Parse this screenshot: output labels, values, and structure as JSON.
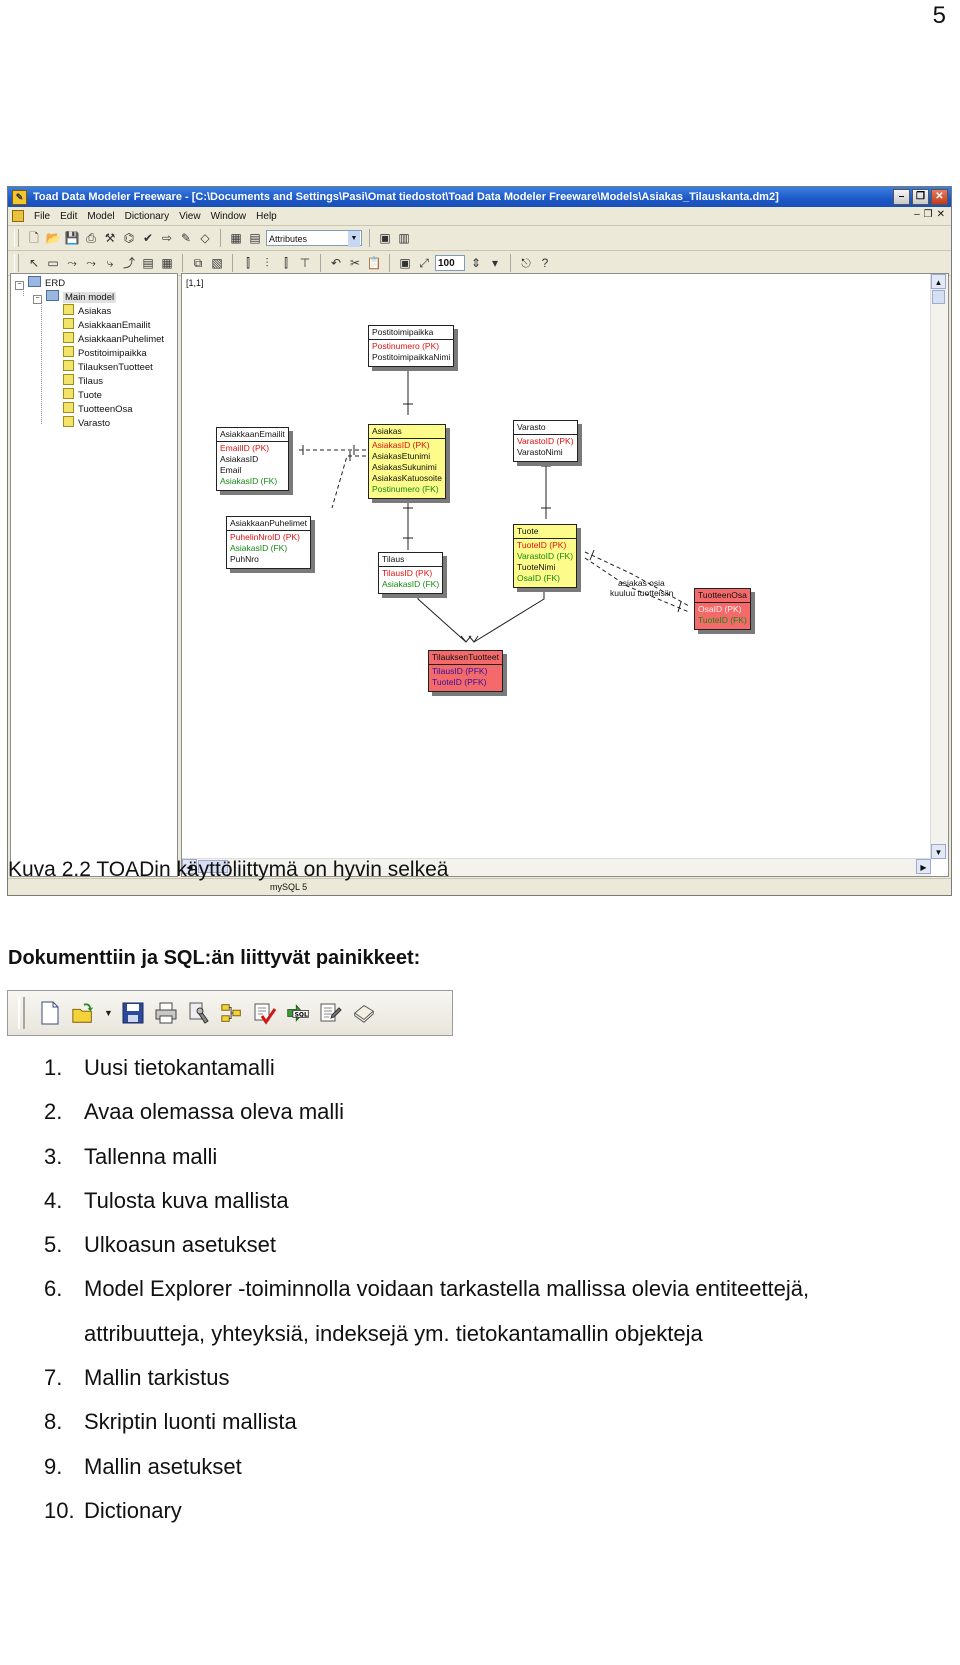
{
  "page": {
    "number": "5"
  },
  "window": {
    "title": "Toad Data Modeler Freeware - [C:\\Documents and Settings\\Pasi\\Omat tiedostot\\Toad Data Modeler Freeware\\Models\\Asiakas_Tilauskanta.dm2]",
    "menu": [
      "File",
      "Edit",
      "Model",
      "Dictionary",
      "View",
      "Window",
      "Help"
    ],
    "toolbar": {
      "attributes_select": "Attributes",
      "zoom": "100"
    },
    "coord": "[1,1]",
    "status_db": "mySQL 5"
  },
  "tree": {
    "root": "ERD",
    "model": "Main model",
    "items": [
      "Asiakas",
      "AsiakkaanEmailit",
      "AsiakkaanPuhelimet",
      "Postitoimipaikka",
      "TilauksenTuotteet",
      "Tilaus",
      "Tuote",
      "TuotteenOsa",
      "Varasto"
    ]
  },
  "entities": {
    "postitoimipaikka": {
      "name": "Postitoimipaikka",
      "attrs": [
        {
          "t": "Postinumero (PK)",
          "k": "pk"
        },
        {
          "t": "PostitoimipaikkaNimi",
          "k": ""
        }
      ]
    },
    "asiakkaanemailit": {
      "name": "AsiakkaanEmailit",
      "attrs": [
        {
          "t": "EmailID (PK)",
          "k": "pk"
        },
        {
          "t": "AsiakasID",
          "k": ""
        },
        {
          "t": "Email",
          "k": ""
        },
        {
          "t": "AsiakasID (FK)",
          "k": "fk"
        }
      ]
    },
    "asiakas": {
      "name": "Asiakas",
      "attrs": [
        {
          "t": "AsiakasID (PK)",
          "k": "pk"
        },
        {
          "t": "AsiakasEtunimi",
          "k": ""
        },
        {
          "t": "AsiakasSukunimi",
          "k": ""
        },
        {
          "t": "AsiakasKatuosoite",
          "k": ""
        },
        {
          "t": "Postinumero (FK)",
          "k": "fk"
        }
      ]
    },
    "varasto": {
      "name": "Varasto",
      "attrs": [
        {
          "t": "VarastoID (PK)",
          "k": "pk"
        },
        {
          "t": "VarastoNimi",
          "k": ""
        }
      ]
    },
    "asiakkaanpuhelimet": {
      "name": "AsiakkaanPuhelimet",
      "attrs": [
        {
          "t": "PuhelinNroID (PK)",
          "k": "pk"
        },
        {
          "t": "AsiakasID (FK)",
          "k": "fk"
        },
        {
          "t": "PuhNro",
          "k": ""
        }
      ]
    },
    "tilaus": {
      "name": "Tilaus",
      "attrs": [
        {
          "t": "TilausID (PK)",
          "k": "pk"
        },
        {
          "t": "AsiakasID (FK)",
          "k": "fk"
        }
      ]
    },
    "tuote": {
      "name": "Tuote",
      "attrs": [
        {
          "t": "TuoteID (PK)",
          "k": "pk"
        },
        {
          "t": "VarastoID (FK)",
          "k": "fk"
        },
        {
          "t": "TuoteNimi",
          "k": ""
        },
        {
          "t": "OsaID (FK)",
          "k": "fk"
        }
      ]
    },
    "tuotteenosa": {
      "name": "TuotteenOsa",
      "attrs": [
        {
          "t": "OsaID (PK)",
          "k": "pk"
        },
        {
          "t": "TuoteID (FK)",
          "k": "fk"
        }
      ]
    },
    "tilauksentuotteet": {
      "name": "TilauksenTuotteet",
      "attrs": [
        {
          "t": "TilausID (PFK)",
          "k": "pfk"
        },
        {
          "t": "TuoteID (PFK)",
          "k": "pfk"
        }
      ]
    }
  },
  "relation_note": [
    "asiakas osia",
    "kuuluu tuotteisiin"
  ],
  "caption": "Kuva 2.2 TOADin käyttöliittymä on hyvin selkeä",
  "section_heading": "Dokumenttiin ja SQL:än liittyvät painikkeet:",
  "doc_toolbar_icons": [
    "new-document-icon",
    "open-folder-icon",
    "save-icon",
    "print-icon",
    "appearance-settings-icon",
    "model-explorer-icon",
    "check-model-icon",
    "generate-sql-icon",
    "model-settings-icon",
    "dictionary-icon"
  ],
  "list": [
    {
      "n": "1.",
      "text": "Uusi tietokantamalli"
    },
    {
      "n": "2.",
      "text": "Avaa olemassa oleva malli"
    },
    {
      "n": "3.",
      "text": "Tallenna malli"
    },
    {
      "n": "4.",
      "text": "Tulosta kuva mallista"
    },
    {
      "n": "5.",
      "text": "Ulkoasun asetukset"
    },
    {
      "n": "6.",
      "text": "Model Explorer -toiminnolla voidaan tarkastella mallissa olevia entiteettejä, attribuutteja, yhteyksiä, indeksejä ym. tietokantamallin objekteja"
    },
    {
      "n": "7.",
      "text": "Mallin tarkistus"
    },
    {
      "n": "8.",
      "text": "Skriptin luonti mallista"
    },
    {
      "n": "9.",
      "text": "Mallin asetukset"
    },
    {
      "n": "10.",
      "text": "Dictionary"
    }
  ],
  "colors": {
    "title_blue": "#1c58c7",
    "entity_yellow": "#fdfc8a",
    "entity_red": "#f46a6a",
    "pk_red": "#e01010",
    "fk_green": "#138a13",
    "pfk_purple": "#7a1cc0"
  }
}
